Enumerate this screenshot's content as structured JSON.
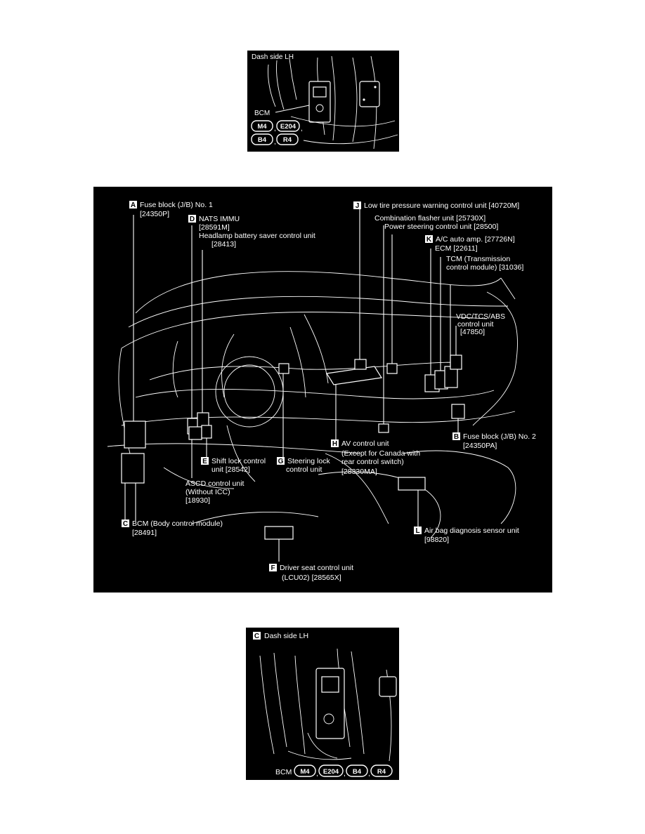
{
  "top_figure": {
    "title": "Dash side LH",
    "bcm_label": "BCM",
    "connectors": [
      "M4",
      "E204",
      "B4",
      "R4"
    ]
  },
  "main_figure": {
    "components": {
      "A": {
        "letter": "A",
        "lines": [
          "Fuse block (J/B) No. 1",
          "[24350P]"
        ]
      },
      "B": {
        "letter": "B",
        "lines": [
          "Fuse block (J/B) No. 2",
          "[24350PA]"
        ]
      },
      "C": {
        "letter": "C",
        "lines": [
          "BCM (Body control module)",
          "[28491]"
        ]
      },
      "D": {
        "letter": "D",
        "lines": [
          "NATS IMMU",
          "[28591M]",
          "Headlamp battery saver control unit",
          "[28413]"
        ]
      },
      "E": {
        "letter": "E",
        "lines": [
          "Shift lock control",
          "unit [28542]"
        ]
      },
      "F": {
        "letter": "F",
        "lines": [
          "Driver seat control unit",
          "(LCU02) [28565X]"
        ]
      },
      "G": {
        "letter": "G",
        "lines": [
          "Steering lock",
          "control unit"
        ]
      },
      "H": {
        "letter": "H",
        "lines": [
          "AV control unit",
          "(Except for Canada with",
          "rear control switch)",
          "[28330MA]"
        ]
      },
      "J": {
        "letter": "J",
        "lines": [
          "Low tire pressure warning control unit [40720M]"
        ]
      },
      "K": {
        "letter": "K",
        "lines": [
          "A/C auto  amp. [27726N]",
          "ECM [22611]",
          "TCM (Transmission",
          "control module) [31036]",
          "VDC/TCS/ABS",
          "control unit",
          "[47850]"
        ]
      },
      "L": {
        "letter": "L",
        "lines": [
          "Air bag diagnosis sensor unit",
          "[98820]"
        ]
      },
      "flasher": {
        "lines": [
          "Combination flasher unit [25730X]",
          "Power steering control unit [28500]"
        ]
      },
      "ascd": {
        "lines": [
          "ASCD control unit",
          "(Without ICC)",
          "[18930]"
        ]
      }
    }
  },
  "bottom_figure": {
    "letter": "C",
    "title": "Dash side LH",
    "bcm_label": "BCM",
    "connectors": [
      "M4",
      "E204",
      "B4",
      "R4"
    ]
  }
}
